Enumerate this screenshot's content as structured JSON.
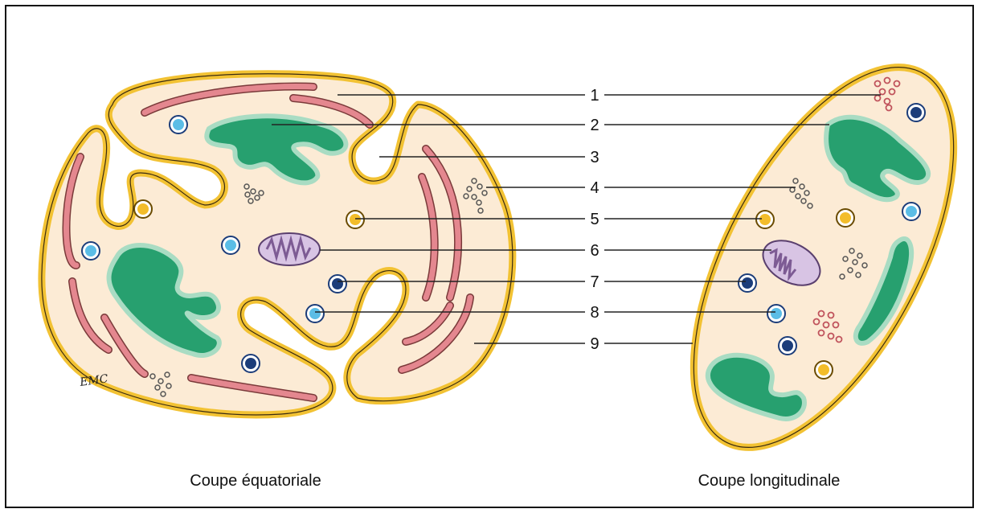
{
  "labels": [
    "1",
    "2",
    "3",
    "4",
    "5",
    "6",
    "7",
    "8",
    "9"
  ],
  "captions": {
    "left": "Coupe équatoriale",
    "right": "Coupe longitudinale"
  },
  "signature": "EMC",
  "colors": {
    "membrane": "#f2c233",
    "cytoplasm": "#fcebd5",
    "reticulum": "#e4878f",
    "golgi_dark": "#27a06f",
    "golgi_light": "#a9dcc3",
    "mitochondria": "#d8c4e4",
    "vesicle_blue": "#5bbde6",
    "vesicle_yellow": "#f3bd2b",
    "nucleus_dark": "#1c3d7a",
    "leader_line": "#222222"
  }
}
